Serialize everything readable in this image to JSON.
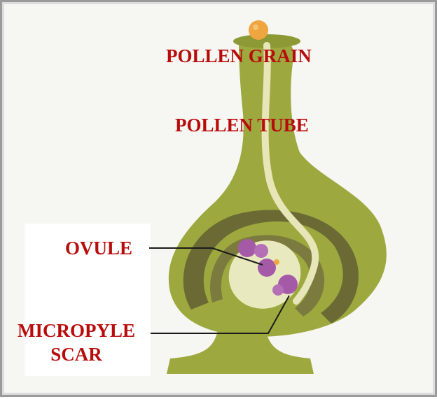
{
  "labels": {
    "pollen_grain": "POLLEN GRAIN",
    "pollen_tube": "POLLEN TUBE",
    "ovule": "OVULE",
    "micropyle_line1": "MICROPYLE",
    "micropyle_line2": "SCAR"
  },
  "colors": {
    "label_text": "#b80c0c",
    "ovary_fill": "#9da93e",
    "ovary_dark": "#6b6a35",
    "tube": "#e6e6b8",
    "pollen": "#f0a640",
    "nuclei": "#a55aa8",
    "background": "#f6f6f2"
  }
}
